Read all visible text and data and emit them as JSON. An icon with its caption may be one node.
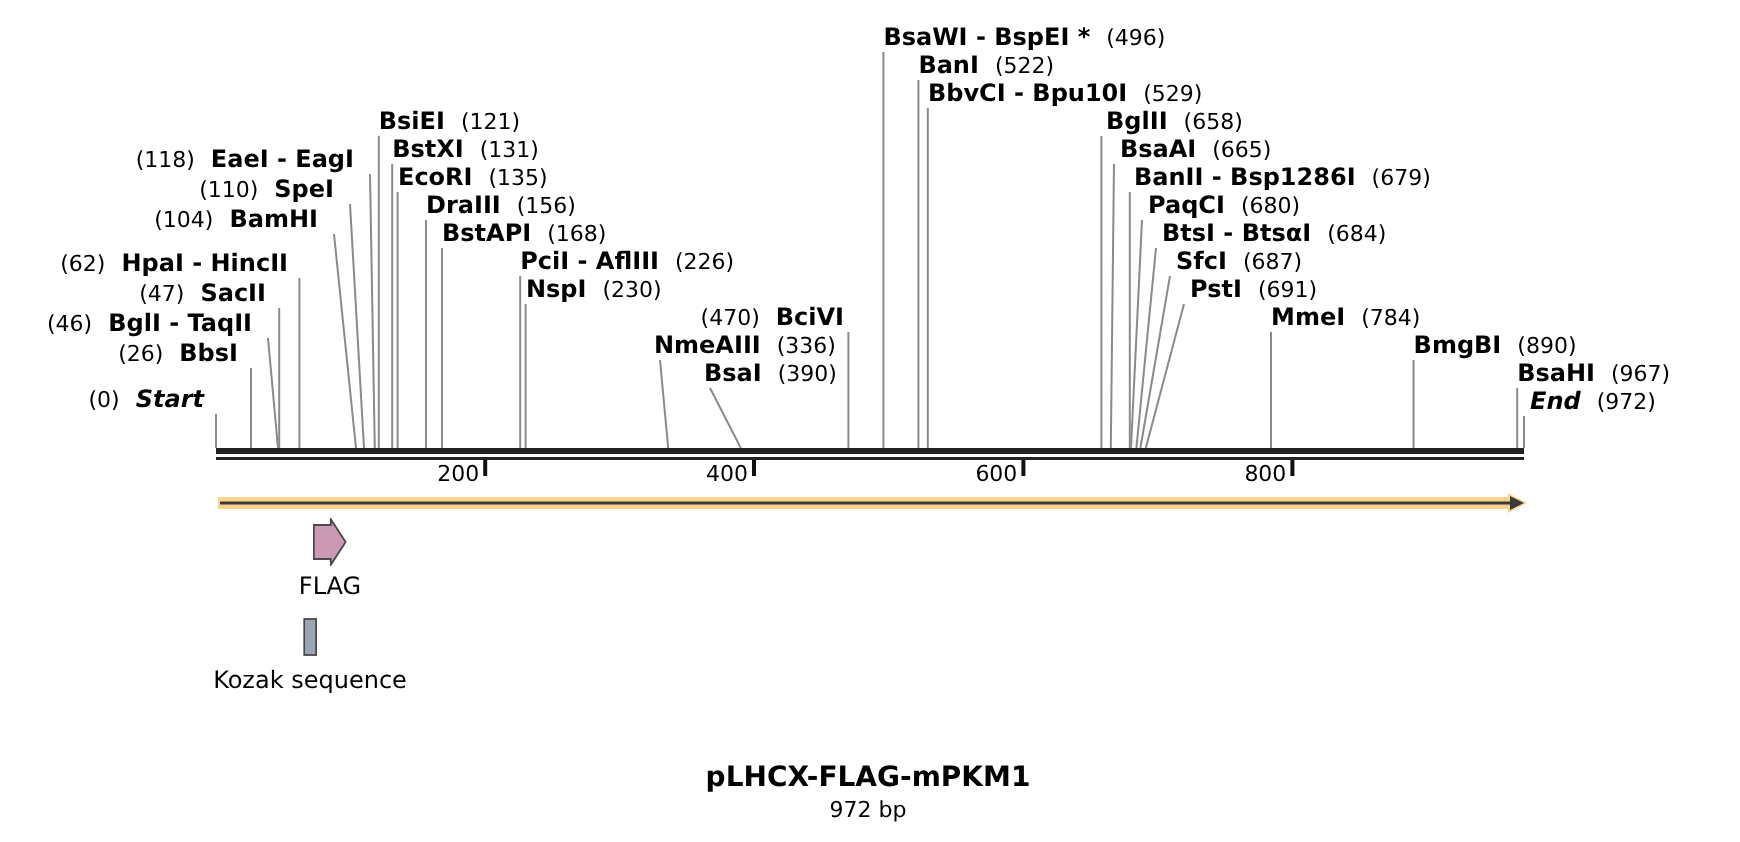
{
  "diagram": {
    "title": "pLHCX-FLAG-mPKM1",
    "nodes": [
      {
        "text": [
          "(0)",
          "Start"
        ]
      },
      {
        "text": [
          "(26)",
          "BbsI"
        ]
      },
      {
        "text": [
          "(46)",
          "BglI - TaqII"
        ]
      },
      {
        "text": [
          "(47)",
          "SacII"
        ]
      },
      {
        "text": [
          "(62)",
          "HpaI - HincII"
        ]
      },
      {
        "text": [
          "(104)",
          "BamHI"
        ]
      },
      {
        "text": [
          "(110)",
          "SpeI"
        ]
      },
      {
        "text": [
          "(118)",
          "EaeI - EagI"
        ]
      },
      {
        "text": [
          "BsiEI",
          "(121)"
        ]
      },
      {
        "text": [
          "BstXI",
          "(131)"
        ]
      },
      {
        "text": [
          "EcoRI",
          "(135)"
        ]
      },
      {
        "text": [
          "DraIII",
          "(156)"
        ]
      },
      {
        "text": [
          "BstAPI",
          "(168)"
        ]
      },
      {
        "text": [
          "PciI - AflIII",
          "(226)"
        ]
      },
      {
        "text": [
          "NspI",
          "(230)"
        ]
      },
      {
        "text": [
          "NmeAIII",
          "(336)"
        ]
      },
      {
        "text": [
          "BsaI",
          "(390)"
        ]
      },
      {
        "text": [
          "(470)",
          "BciVI"
        ]
      },
      {
        "text": [
          "BsaWI - BspEI *",
          "(496)"
        ]
      },
      {
        "text": [
          "BanI",
          "(522)"
        ]
      },
      {
        "text": [
          "BbvCI - Bpu10I",
          "(529)"
        ]
      },
      {
        "text": [
          "BglII",
          "(658)"
        ]
      },
      {
        "text": [
          "BsaAI",
          "(665)"
        ]
      },
      {
        "text": [
          "BanII - Bsp1286I",
          "(679)"
        ]
      },
      {
        "text": [
          "PaqCI",
          "(680)"
        ]
      },
      {
        "text": [
          "BtsI - BtsαI",
          "(684)"
        ]
      },
      {
        "text": [
          "SfcI",
          "(687)"
        ]
      },
      {
        "text": [
          "PstI",
          "(691)"
        ]
      },
      {
        "text": [
          "MmeI",
          "(784)"
        ]
      },
      {
        "text": [
          "BmgBI",
          "(890)"
        ]
      },
      {
        "text": [
          "BsaHI",
          "(967)"
        ]
      },
      {
        "text": [
          "End",
          "(972)"
        ]
      },
      {
        "text": [],
        "shape": "bar"
      },
      {
        "text": [],
        "shape": "arrow"
      },
      {
        "text": [
          "FLAG"
        ]
      },
      {
        "text": [
          "Kozak sequence"
        ]
      }
    ],
    "edges": [
      {
        "from": 0,
        "to": 32,
        "arrow": "none"
      },
      {
        "from": 1,
        "to": 32,
        "arrow": "none"
      },
      {
        "from": 2,
        "to": 32,
        "arrow": "none"
      },
      {
        "from": 3,
        "to": 32,
        "arrow": "none"
      },
      {
        "from": 4,
        "to": 32,
        "arrow": "none"
      },
      {
        "from": 5,
        "to": 32,
        "arrow": "none"
      },
      {
        "from": 6,
        "to": 32,
        "arrow": "none"
      },
      {
        "from": 7,
        "to": 32,
        "arrow": "none"
      },
      {
        "from": 8,
        "to": 32,
        "arrow": "none"
      },
      {
        "from": 9,
        "to": 32,
        "arrow": "none"
      },
      {
        "from": 10,
        "to": 32,
        "arrow": "none"
      },
      {
        "from": 11,
        "to": 32,
        "arrow": "none"
      },
      {
        "from": 12,
        "to": 32,
        "arrow": "none"
      },
      {
        "from": 13,
        "to": 32,
        "arrow": "none"
      },
      {
        "from": 14,
        "to": 32,
        "arrow": "none"
      },
      {
        "from": 15,
        "to": 32,
        "arrow": "none"
      },
      {
        "from": 16,
        "to": 32,
        "arrow": "none"
      },
      {
        "from": 17,
        "to": 32,
        "arrow": "none"
      },
      {
        "from": 18,
        "to": 32,
        "arrow": "none"
      },
      {
        "from": 19,
        "to": 32,
        "arrow": "none"
      },
      {
        "from": 20,
        "to": 32,
        "arrow": "none"
      },
      {
        "from": 21,
        "to": 32,
        "arrow": "none"
      },
      {
        "from": 22,
        "to": 32,
        "arrow": "none"
      },
      {
        "from": 23,
        "to": 32,
        "arrow": "none"
      },
      {
        "from": 24,
        "to": 32,
        "arrow": "none"
      },
      {
        "from": 25,
        "to": 32,
        "arrow": "none"
      },
      {
        "from": 26,
        "to": 32,
        "arrow": "none"
      },
      {
        "from": 27,
        "to": 32,
        "arrow": "none"
      },
      {
        "from": 28,
        "to": 32,
        "arrow": "none"
      },
      {
        "from": 29,
        "to": 32,
        "arrow": "none"
      },
      {
        "from": 30,
        "to": 32,
        "arrow": "none"
      },
      {
        "from": 31,
        "to": 32,
        "arrow": "none"
      }
    ],
    "labels": [
      "200",
      "400",
      "600",
      "800",
      "972 bp"
    ]
  }
}
